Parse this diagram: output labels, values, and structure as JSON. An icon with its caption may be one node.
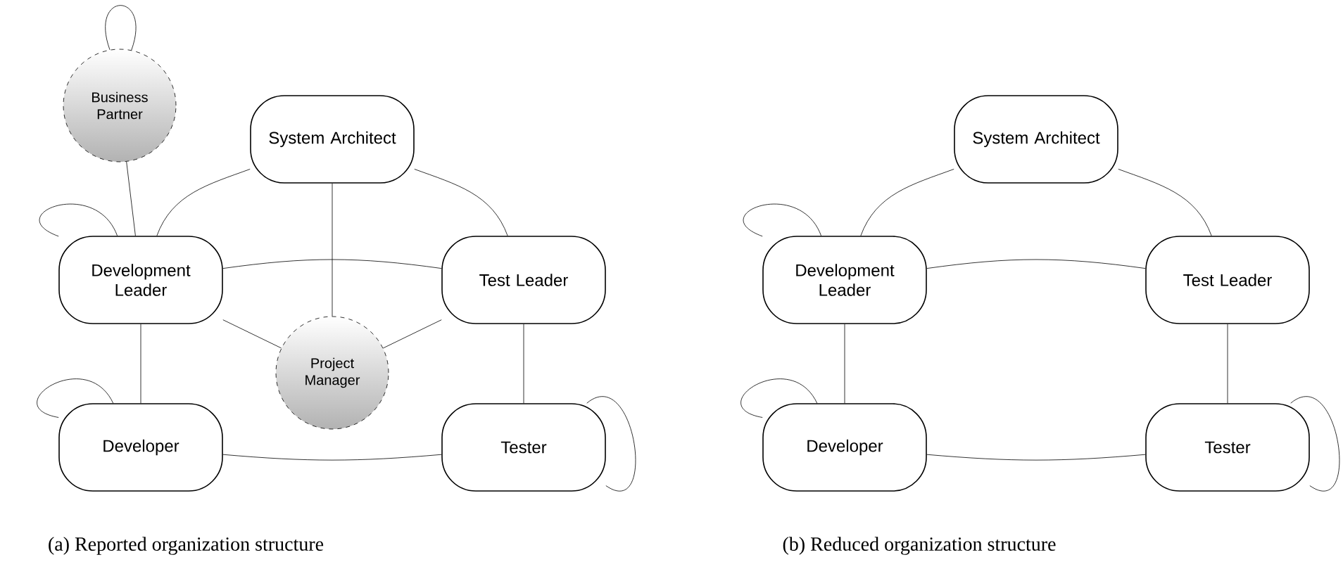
{
  "diagram": {
    "nodes": [
      {
        "text": [
          "Business Partner"
        ]
      },
      {
        "text": [
          "System Architect"
        ]
      },
      {
        "text": [
          "Development Leader"
        ]
      },
      {
        "text": [
          "Test Leader"
        ]
      },
      {
        "text": [
          "Project Manager"
        ]
      },
      {
        "text": [
          "Developer"
        ]
      },
      {
        "text": [
          "Tester"
        ]
      },
      {
        "text": [
          "System Architect"
        ]
      },
      {
        "text": [
          "Development Leader"
        ]
      },
      {
        "text": [
          "Test Leader"
        ]
      },
      {
        "text": [
          "Developer"
        ]
      },
      {
        "text": [
          "Tester"
        ]
      }
    ],
    "edges": [
      {
        "from": 0,
        "to": 0,
        "arrow": "none"
      },
      {
        "from": 0,
        "to": 2,
        "arrow": "none"
      },
      {
        "from": 1,
        "to": 2,
        "arrow": "none"
      },
      {
        "from": 1,
        "to": 3,
        "arrow": "none"
      },
      {
        "from": 1,
        "to": 4,
        "arrow": "none"
      },
      {
        "from": 2,
        "to": 2,
        "arrow": "none"
      },
      {
        "from": 2,
        "to": 3,
        "arrow": "none"
      },
      {
        "from": 2,
        "to": 4,
        "arrow": "none"
      },
      {
        "from": 3,
        "to": 4,
        "arrow": "none"
      },
      {
        "from": 2,
        "to": 5,
        "arrow": "none"
      },
      {
        "from": 3,
        "to": 6,
        "arrow": "none"
      },
      {
        "from": 5,
        "to": 5,
        "arrow": "none"
      },
      {
        "from": 6,
        "to": 6,
        "arrow": "none"
      },
      {
        "from": 5,
        "to": 6,
        "arrow": "none"
      },
      {
        "from": 7,
        "to": 8,
        "arrow": "none"
      },
      {
        "from": 7,
        "to": 9,
        "arrow": "none"
      },
      {
        "from": 8,
        "to": 8,
        "arrow": "none"
      },
      {
        "from": 8,
        "to": 9,
        "arrow": "none"
      },
      {
        "from": 8,
        "to": 10,
        "arrow": "none"
      },
      {
        "from": 9,
        "to": 11,
        "arrow": "none"
      },
      {
        "from": 10,
        "to": 10,
        "arrow": "none"
      },
      {
        "from": 11,
        "to": 11,
        "arrow": "none"
      },
      {
        "from": 10,
        "to": 11,
        "arrow": "none"
      }
    ],
    "labels": [
      "(a) Reported organization structure",
      "(b) Reduced organization structure"
    ]
  }
}
